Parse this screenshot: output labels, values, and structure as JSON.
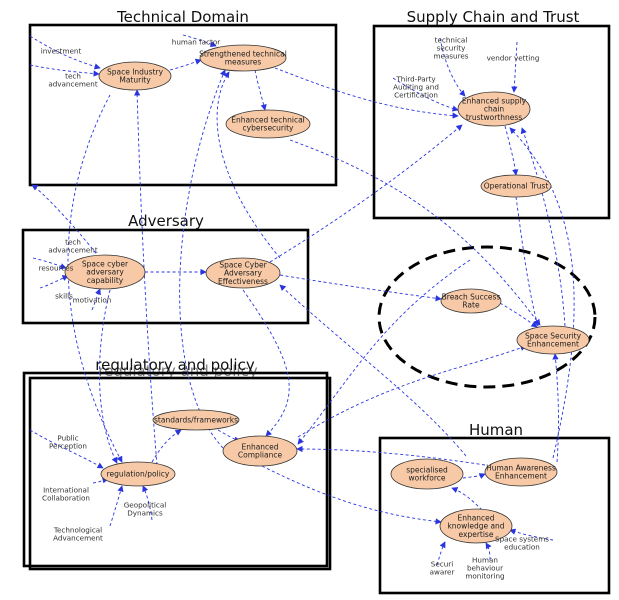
{
  "groups": [
    {
      "id": "technical",
      "title": "Technical Domain"
    },
    {
      "id": "supply",
      "title": "Supply Chain and Trust"
    },
    {
      "id": "adversary",
      "title": "Adversary"
    },
    {
      "id": "regulatory",
      "title": "regulatory and policy"
    },
    {
      "id": "human",
      "title": "Human"
    }
  ],
  "nodes": [
    {
      "id": "sim",
      "lines": [
        "Space Industry",
        "Maturity"
      ]
    },
    {
      "id": "stm",
      "lines": [
        "Strengthened technical",
        "measures"
      ]
    },
    {
      "id": "etc",
      "lines": [
        "Enhanced technical",
        "cybersecurity"
      ]
    },
    {
      "id": "esct",
      "lines": [
        "Enhanced supply",
        "chain",
        "trustworthness"
      ]
    },
    {
      "id": "ot",
      "lines": [
        "Operational Trust"
      ]
    },
    {
      "id": "scac",
      "lines": [
        "Space cyber",
        "adversary",
        "capability"
      ]
    },
    {
      "id": "scae",
      "lines": [
        "Space Cyber",
        "Adversary",
        "Effectiveness"
      ]
    },
    {
      "id": "bsr",
      "lines": [
        "Breach Success",
        "Rate"
      ]
    },
    {
      "id": "sse",
      "lines": [
        "Space Security",
        "Enhancement"
      ]
    },
    {
      "id": "sf",
      "lines": [
        "standards/frameworks"
      ]
    },
    {
      "id": "ec",
      "lines": [
        "Enhanced",
        "Compliance"
      ]
    },
    {
      "id": "rp",
      "lines": [
        "regulation/policy"
      ]
    },
    {
      "id": "sw",
      "lines": [
        "specialised",
        "workforce"
      ]
    },
    {
      "id": "hae",
      "lines": [
        "Human Awareness",
        "Enhancement"
      ]
    },
    {
      "id": "eke",
      "lines": [
        "Enhanced",
        "knowledge and",
        "expertise"
      ]
    }
  ],
  "externals": [
    {
      "id": "investment",
      "lines": [
        "investment"
      ]
    },
    {
      "id": "tech_adv1",
      "lines": [
        "tech",
        "advancement"
      ]
    },
    {
      "id": "human_factor",
      "lines": [
        "human factor"
      ]
    },
    {
      "id": "tsm",
      "lines": [
        "technical",
        "security",
        "measures"
      ]
    },
    {
      "id": "vendor_vetting",
      "lines": [
        "vendor vetting"
      ]
    },
    {
      "id": "tpac",
      "lines": [
        "Third-Party",
        "Auditing and",
        "Certification"
      ]
    },
    {
      "id": "tech_adv2",
      "lines": [
        "tech",
        "advancement"
      ]
    },
    {
      "id": "resources",
      "lines": [
        "resources"
      ]
    },
    {
      "id": "skills",
      "lines": [
        "skills"
      ]
    },
    {
      "id": "motivation",
      "lines": [
        "motivation"
      ]
    },
    {
      "id": "public_perception",
      "lines": [
        "Public",
        "Perception"
      ]
    },
    {
      "id": "intl_collab",
      "lines": [
        "International",
        "Collaboration"
      ]
    },
    {
      "id": "geo_dyn",
      "lines": [
        "Geopolitical",
        "Dynamics"
      ]
    },
    {
      "id": "tech_adv3",
      "lines": [
        "Technological",
        "Advancement"
      ]
    },
    {
      "id": "sse_edu",
      "lines": [
        "Space systems",
        "education"
      ]
    },
    {
      "id": "sec_aware",
      "lines": [
        "Securi",
        "awarer"
      ]
    },
    {
      "id": "hbm",
      "lines": [
        "Human",
        "behaviour",
        "monitoring"
      ]
    }
  ]
}
